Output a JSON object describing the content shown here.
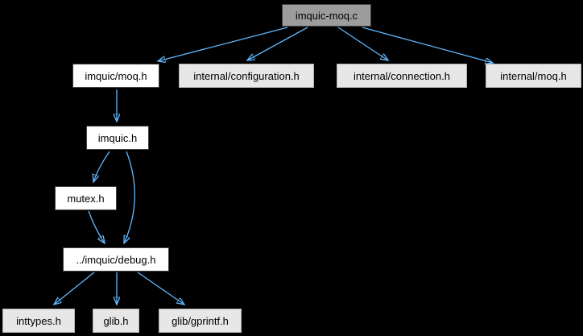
{
  "diagram": {
    "type": "include-dependency-graph",
    "root_file": "imquic-moq.c",
    "background_color": "#000000",
    "edge_color": "#63b8ff",
    "colors": {
      "main_node_fill": "#9c9c9c",
      "main_node_border": "#404040",
      "documented_node_fill": "#ffffff",
      "documented_node_border": "#404040",
      "external_node_fill": "#e7e7e7",
      "external_node_border": "#b2b2b2",
      "text": "#000000"
    },
    "nodes": [
      {
        "label": "imquic-moq.c",
        "type": "main"
      },
      {
        "label": "imquic/moq.h",
        "type": "doc"
      },
      {
        "label": "internal/configuration.h",
        "type": "plain"
      },
      {
        "label": "internal/connection.h",
        "type": "plain"
      },
      {
        "label": "internal/moq.h",
        "type": "plain"
      },
      {
        "label": "imquic.h",
        "type": "doc"
      },
      {
        "label": "mutex.h",
        "type": "doc"
      },
      {
        "label": "../imquic/debug.h",
        "type": "doc"
      },
      {
        "label": "inttypes.h",
        "type": "plain"
      },
      {
        "label": "glib.h",
        "type": "plain"
      },
      {
        "label": "glib/gprintf.h",
        "type": "plain"
      }
    ],
    "edges": [
      {
        "from": "imquic-moq.c",
        "to": "imquic/moq.h"
      },
      {
        "from": "imquic-moq.c",
        "to": "internal/configuration.h"
      },
      {
        "from": "imquic-moq.c",
        "to": "internal/connection.h"
      },
      {
        "from": "imquic-moq.c",
        "to": "internal/moq.h"
      },
      {
        "from": "imquic/moq.h",
        "to": "imquic.h"
      },
      {
        "from": "imquic.h",
        "to": "mutex.h"
      },
      {
        "from": "imquic.h",
        "to": "../imquic/debug.h"
      },
      {
        "from": "mutex.h",
        "to": "../imquic/debug.h"
      },
      {
        "from": "../imquic/debug.h",
        "to": "inttypes.h"
      },
      {
        "from": "../imquic/debug.h",
        "to": "glib.h"
      },
      {
        "from": "../imquic/debug.h",
        "to": "glib/gprintf.h"
      }
    ]
  }
}
